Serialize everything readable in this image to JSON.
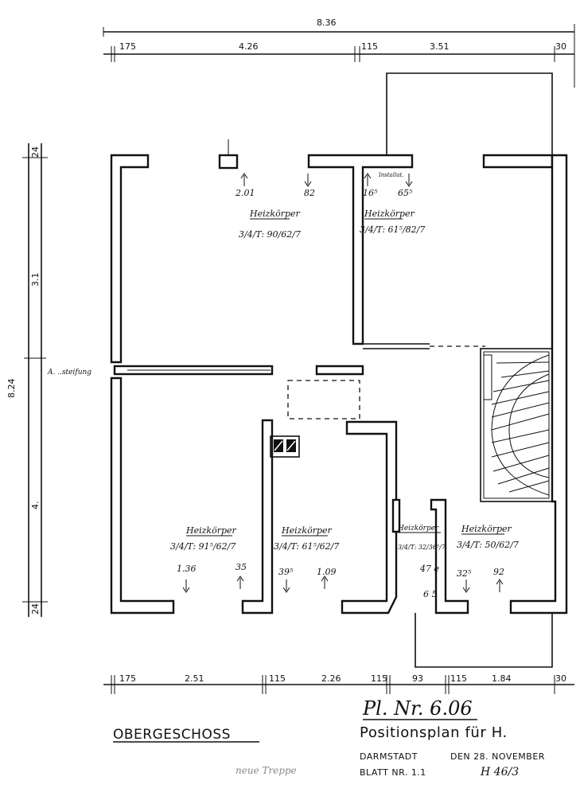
{
  "dimensions": {
    "top_total": "8.36",
    "top_segments": [
      "175",
      "4.26",
      "115",
      "3.51",
      "30"
    ],
    "left_total": "8.24",
    "left_segments": [
      "24",
      "3.1",
      "4.",
      "24"
    ],
    "bottom_segments": [
      "175",
      "2.51",
      "115",
      "2.26",
      "115",
      "93",
      "115",
      "1.84",
      "30"
    ],
    "left_note": "A. ..steifung"
  },
  "radiators": [
    {
      "title": "Heizkörper",
      "spec": "3/4/T: 90/62/7",
      "left": "2.01",
      "right": "82"
    },
    {
      "title": "Heizkörper",
      "spec": "3/4/T: 61⁵/82/7",
      "left": "16⁵",
      "right": "65⁵",
      "note": "Installat."
    },
    {
      "title": "Heizkörper",
      "spec": "3/4/T: 91⁵/62/7",
      "left": "1.36",
      "right": "35"
    },
    {
      "title": "Heizkörper",
      "spec": "3/4/T: 61⁵/62/7",
      "left": "39⁵",
      "right": "1.09"
    },
    {
      "title": "Heizkörper",
      "spec": "3/4/T: 32/36⁵/7",
      "left": "47 e",
      "right": "6 5"
    },
    {
      "title": "Heizkörper",
      "spec": "3/4/T: 50/62/7",
      "left": "32⁵",
      "right": "92"
    }
  ],
  "title_block": {
    "floor": "OBERGESCHOSS",
    "plan_number": "Pl. Nr. 6.06",
    "title": "Positionsplan  für  H.",
    "city": "DARMSTADT",
    "date": "DEN  28. NOVEMBER",
    "sheet": "BLATT  NR.   1.1",
    "sheet_ref": "H 46/3",
    "stamp": "neue Treppe"
  }
}
